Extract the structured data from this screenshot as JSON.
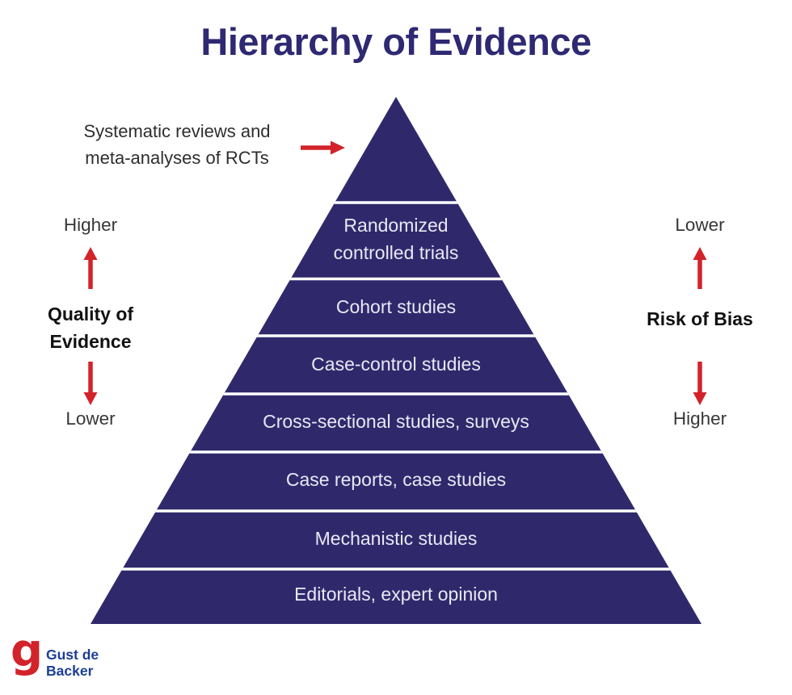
{
  "title": "Hierarchy of Evidence",
  "annotation": {
    "lines": [
      "Systematic reviews and",
      "meta-analyses of RCTs"
    ]
  },
  "left_axis": {
    "top": "Higher",
    "label": "Quality of Evidence",
    "bottom": "Lower"
  },
  "right_axis": {
    "top": "Lower",
    "label": "Risk of Bias",
    "bottom": "Higher"
  },
  "pyramid": {
    "levels": [
      {
        "rank": 1,
        "label": "",
        "external_label": "Systematic reviews and meta-analyses of RCTs"
      },
      {
        "rank": 2,
        "label": "Randomized controlled trials"
      },
      {
        "rank": 3,
        "label": "Cohort studies"
      },
      {
        "rank": 4,
        "label": "Case-control studies"
      },
      {
        "rank": 5,
        "label": "Cross-sectional studies, surveys"
      },
      {
        "rank": 6,
        "label": "Case reports, case studies"
      },
      {
        "rank": 7,
        "label": "Mechanistic studies"
      },
      {
        "rank": 8,
        "label": "Editorials, expert opinion"
      }
    ]
  },
  "logo": {
    "icon_glyph": "g",
    "lines": [
      "Gust de",
      "Backer"
    ]
  },
  "colors": {
    "pyramid_fill": "#2f296c",
    "divider": "#ffffff",
    "arrow_red": "#d2232a",
    "title_navy": "#2e2972",
    "body_text": "#2e2e2e",
    "emphasis_text": "#111111",
    "level_text": "#eae8f3",
    "logo_blue": "#1c3f94"
  }
}
